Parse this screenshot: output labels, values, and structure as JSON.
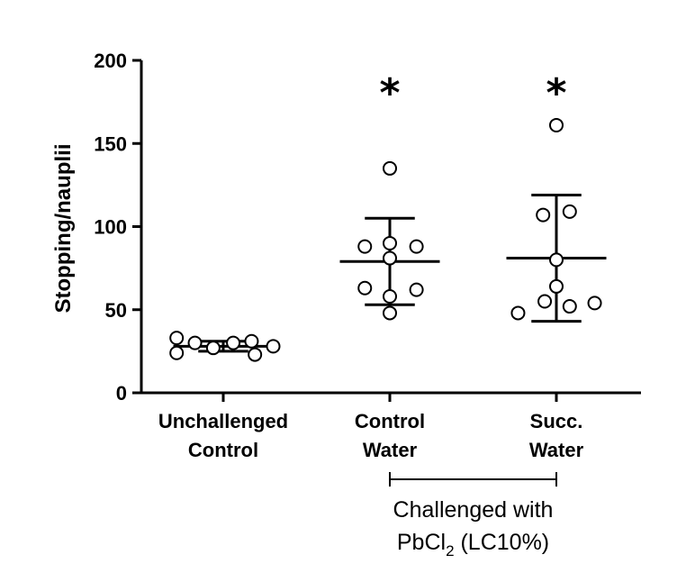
{
  "chart_data": {
    "type": "scatter",
    "ylabel": "Stopping/nauplii",
    "ylim": [
      0,
      200
    ],
    "yticks": [
      0,
      50,
      100,
      150,
      200
    ],
    "categories": [
      {
        "lines": [
          "Unchallenged",
          "Control"
        ]
      },
      {
        "lines": [
          "Control",
          "Water"
        ]
      },
      {
        "lines": [
          "Succ.",
          "Water"
        ]
      }
    ],
    "groups": [
      {
        "points": [
          {
            "offset": -0.28,
            "y": 33
          },
          {
            "offset": -0.28,
            "y": 24
          },
          {
            "offset": -0.17,
            "y": 30
          },
          {
            "offset": -0.06,
            "y": 27
          },
          {
            "offset": 0.06,
            "y": 30
          },
          {
            "offset": 0.17,
            "y": 31
          },
          {
            "offset": 0.19,
            "y": 23
          },
          {
            "offset": 0.3,
            "y": 28
          }
        ],
        "mean": 28,
        "sd_low": 25,
        "sd_high": 31,
        "significance": ""
      },
      {
        "points": [
          {
            "offset": 0.0,
            "y": 135
          },
          {
            "offset": -0.15,
            "y": 88
          },
          {
            "offset": 0.0,
            "y": 90
          },
          {
            "offset": 0.16,
            "y": 88
          },
          {
            "offset": 0.0,
            "y": 81
          },
          {
            "offset": -0.15,
            "y": 63
          },
          {
            "offset": 0.16,
            "y": 62
          },
          {
            "offset": 0.0,
            "y": 58
          },
          {
            "offset": 0.0,
            "y": 48
          }
        ],
        "mean": 79,
        "sd_low": 53,
        "sd_high": 105,
        "significance": "*"
      },
      {
        "points": [
          {
            "offset": 0.0,
            "y": 161
          },
          {
            "offset": 0.08,
            "y": 109
          },
          {
            "offset": -0.08,
            "y": 107
          },
          {
            "offset": 0.0,
            "y": 80
          },
          {
            "offset": 0.0,
            "y": 64
          },
          {
            "offset": -0.07,
            "y": 55
          },
          {
            "offset": 0.08,
            "y": 52
          },
          {
            "offset": 0.23,
            "y": 54
          },
          {
            "offset": -0.23,
            "y": 48
          }
        ],
        "mean": 81,
        "sd_low": 43,
        "sd_high": 119,
        "significance": "*"
      }
    ],
    "bracket": {
      "from_category": 1,
      "to_category": 2,
      "label_line1": "Challenged with",
      "label_line2_main": "PbCl",
      "label_line2_sub": "2",
      "label_line2_rest": " (LC10%)"
    },
    "grid": false,
    "legend": "none"
  }
}
